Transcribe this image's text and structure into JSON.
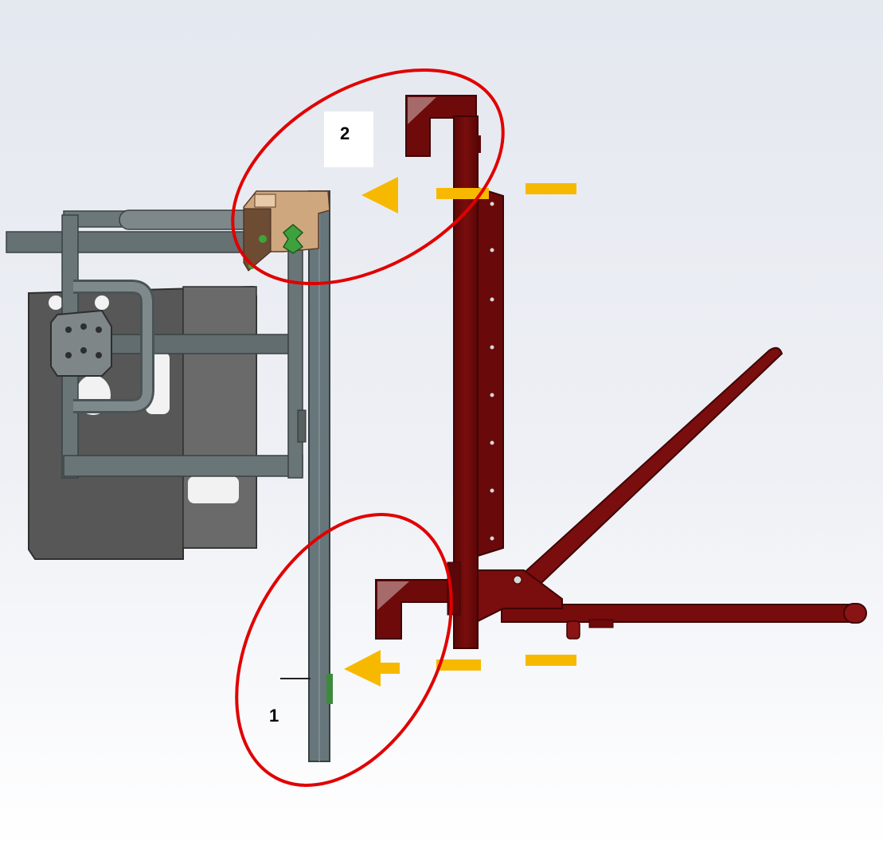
{
  "callouts": [
    {
      "id": "1",
      "label": "1"
    },
    {
      "id": "2",
      "label": "2"
    }
  ],
  "colors": {
    "background_top": "#e6e9f0",
    "background_bottom": "#ffffff",
    "frame_red": "#6e0a0a",
    "frame_red_light": "#8a1414",
    "frame_red_dark": "#4a0505",
    "steel_gray": "#5f6b6e",
    "panel_gray": "#585858",
    "panel_gray_dark": "#3e3e3e",
    "clamp_tan": "#d7b08a",
    "clamp_brown": "#6b4a33",
    "knob_green": "#3aa63a",
    "callout_red": "#e10000",
    "arrow_yellow": "#f7b900"
  },
  "icons": {
    "arrow_head": "triangle-left",
    "callout": "ellipse-outline"
  }
}
